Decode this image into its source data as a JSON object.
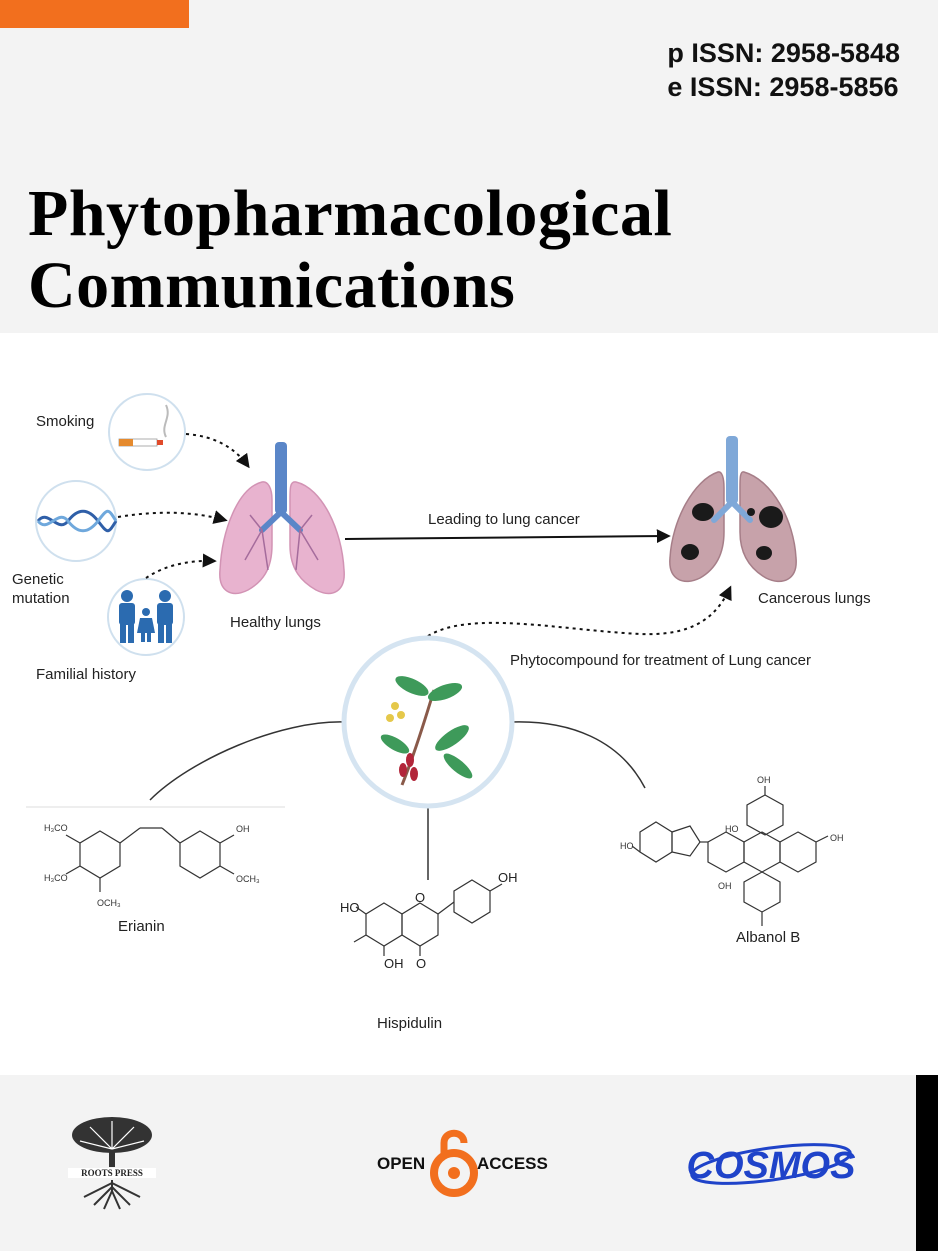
{
  "header": {
    "p_issn": "p ISSN: 2958-5848",
    "e_issn": "e ISSN: 2958-5856",
    "journal_title_line1": "Phytopharmacological",
    "journal_title_line2": "Communications"
  },
  "figure": {
    "risk_factors": {
      "smoking": "Smoking",
      "genetic_line1": "Genetic",
      "genetic_line2": "mutation",
      "familial": "Familial history"
    },
    "healthy_lungs": "Healthy lungs",
    "arrow_label": "Leading to lung cancer",
    "cancerous_lungs": "Cancerous lungs",
    "phytocompound_label": "Phytocompound for treatment of Lung cancer",
    "compounds": {
      "erianin": "Erianin",
      "hispidulin": "Hispidulin",
      "albanol_b": "Albanol B"
    },
    "atom_labels": {
      "h3co": "H₃CO",
      "oh": "OH",
      "och3": "OCH₃",
      "ho": "HO",
      "o": "O"
    }
  },
  "footer": {
    "roots_press": "ROOTS PRESS",
    "open": "OPEN",
    "access": "ACCESS",
    "cosmos": "COSMOS"
  },
  "colors": {
    "orange_accent": "#f26f1e",
    "lung_pink": "#e8b3cf",
    "trachea_blue": "#5a86c8",
    "cosmos_blue": "#1f43c9"
  }
}
